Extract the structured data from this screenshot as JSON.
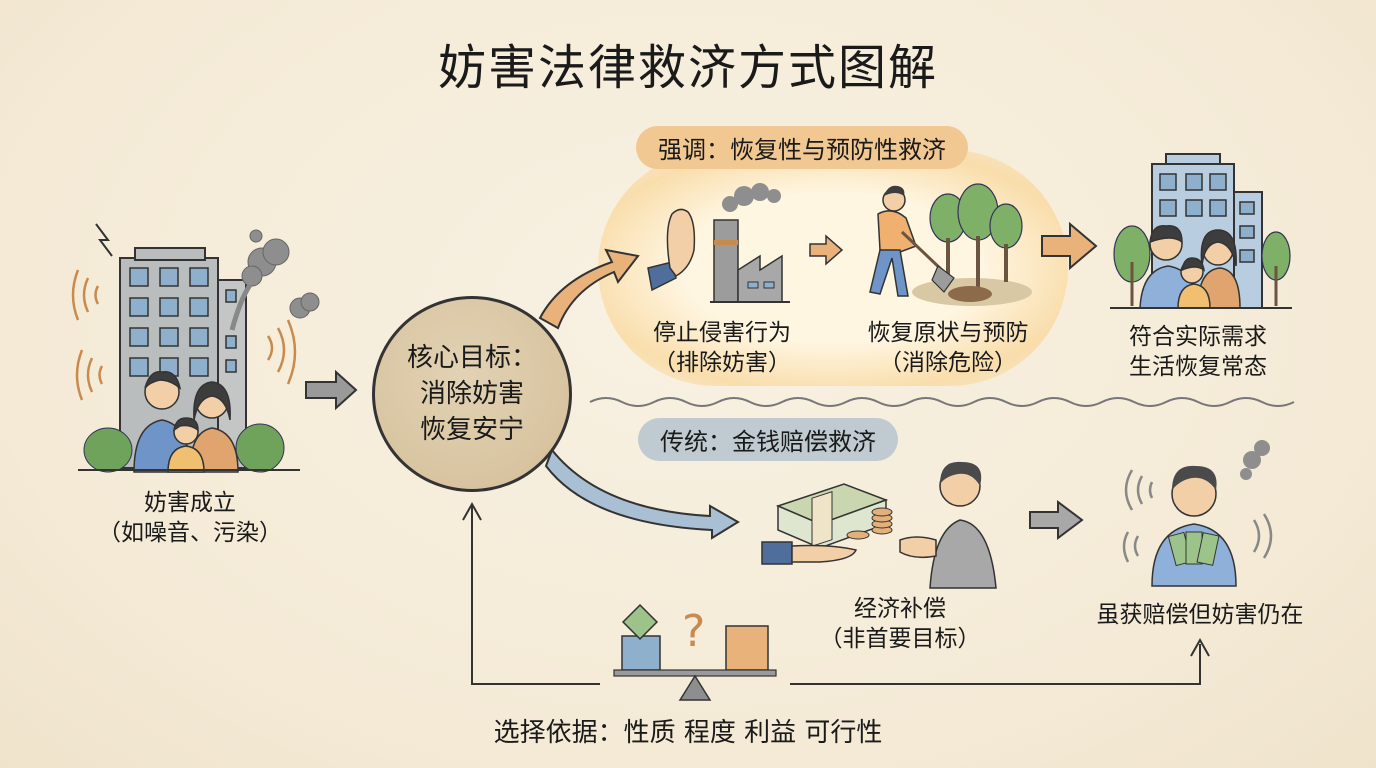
{
  "title": "妨害法律救济方式图解",
  "start": {
    "line1": "妨害成立",
    "line2": "（如噪音、污染）"
  },
  "core": {
    "line1": "核心目标：",
    "line2": "消除妨害",
    "line3": "恢复安宁"
  },
  "emphasis": {
    "heading": "强调：恢复性与预防性救济",
    "step1": {
      "line1": "停止侵害行为",
      "line2": "（排除妨害）"
    },
    "step2": {
      "line1": "恢复原状与预防",
      "line2": "（消除危险）"
    },
    "result": {
      "line1": "符合实际需求",
      "line2": "生活恢复常态"
    }
  },
  "traditional": {
    "heading": "传统：金钱赔偿救济",
    "step1": {
      "line1": "经济补偿",
      "line2": "（非首要目标）"
    },
    "result": {
      "line1": "虽获赔偿但妨害仍在"
    }
  },
  "basis": {
    "label": "选择依据：性质  程度  利益  可行性",
    "question_mark": "?"
  },
  "colors": {
    "emphasis_accent": "#f2c892",
    "traditional_accent": "#bfcbd0",
    "core_fill": "#d8c4a0",
    "background": "#f6eedd"
  }
}
